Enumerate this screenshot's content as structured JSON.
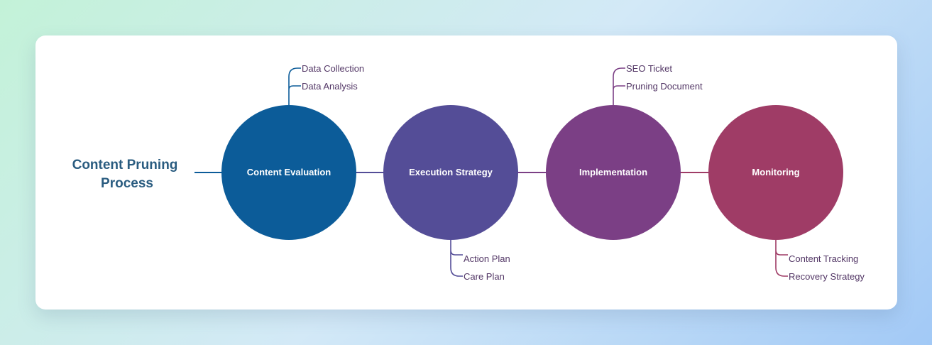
{
  "title_lines": [
    "Content Pruning",
    "Process"
  ],
  "colors": {
    "title": "#2a5c80",
    "node_1": "#0c5c99",
    "node_2": "#544d97",
    "node_3": "#7b3f85",
    "node_4": "#9f3c66",
    "branch_text": "#533766"
  },
  "nodes": [
    {
      "label": "Content Evaluation",
      "branches": [
        "Data Collection",
        "Data Analysis"
      ]
    },
    {
      "label": "Execution Strategy",
      "branches": [
        "Action Plan",
        "Care Plan"
      ]
    },
    {
      "label": "Implementation",
      "branches": [
        "SEO Ticket",
        "Pruning Document"
      ]
    },
    {
      "label": "Monitoring",
      "branches": [
        "Content Tracking",
        "Recovery Strategy"
      ]
    }
  ]
}
